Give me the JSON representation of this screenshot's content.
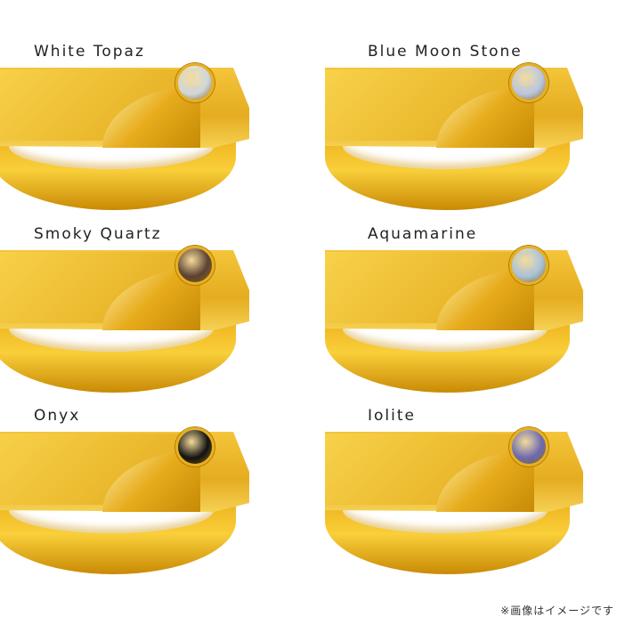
{
  "variants": [
    {
      "name": "White Topaz",
      "gem_color": "#cfd6dc"
    },
    {
      "name": "Blue Moon Stone",
      "gem_color": "#b9c6e2"
    },
    {
      "name": "Smoky Quartz",
      "gem_color": "#5b4132"
    },
    {
      "name": "Aquamarine",
      "gem_color": "#a9c2dc"
    },
    {
      "name": "Onyx",
      "gem_color": "#111111"
    },
    {
      "name": "Iolite",
      "gem_color": "#6b69b2"
    }
  ],
  "note": "※画像はイメージです"
}
